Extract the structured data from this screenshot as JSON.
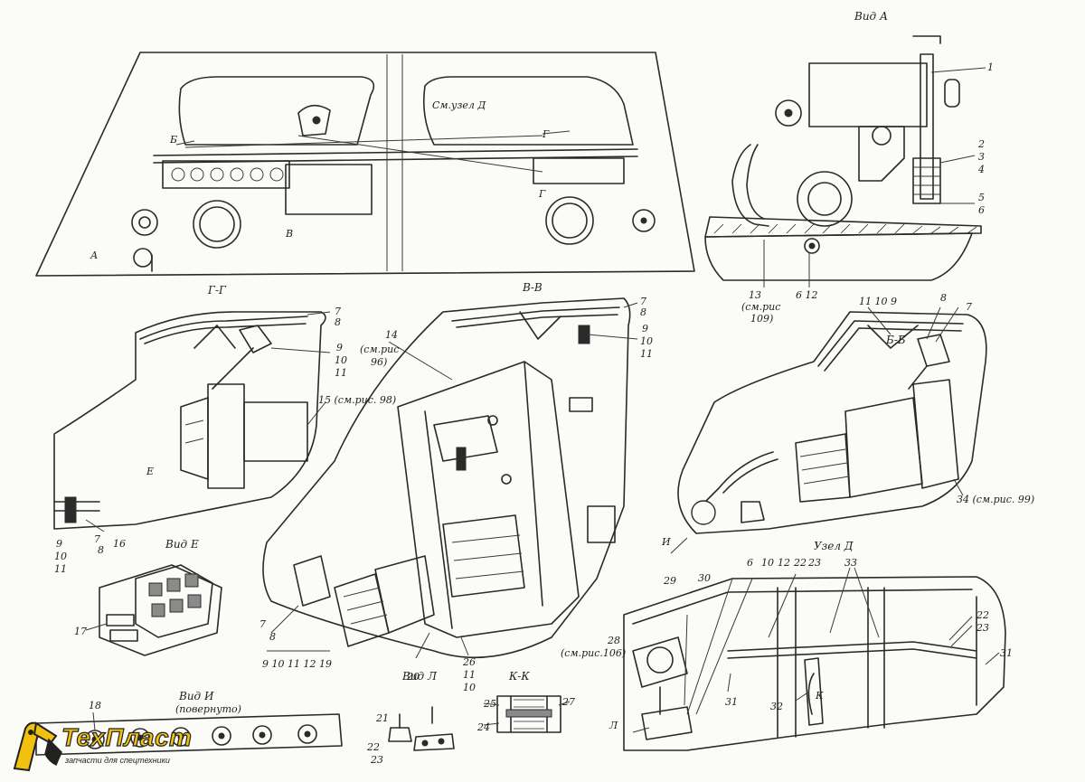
{
  "labels": {
    "vid_a": "Вид А",
    "g_g": "Г-Г",
    "v_v": "В-В",
    "b_b": "Б-Б",
    "vid_e": "Вид Е",
    "uzel_d": "Узел Д",
    "vid_i": "Вид И",
    "vid_i_sub": "(повернуто)",
    "vid_l": "Вид Л",
    "k_k": "К-К",
    "sm_uzel_d": "См.узел Д"
  },
  "callouts": {
    "top": {
      "a": "А",
      "b": "Б",
      "v": "В",
      "g1": "Г",
      "g2": "Г"
    },
    "vid_a": {
      "c1": "1",
      "c2": "2",
      "c3": "3",
      "c4": "4",
      "c5": "5",
      "c6": "6",
      "c13": "13",
      "c13_ref": "(см.рис",
      "c13_ref2": "109)",
      "c612": "6 12"
    },
    "gg": {
      "c7": "7",
      "c8": "8",
      "c9": "9",
      "c10": "10",
      "c11": "11",
      "c15": "15 (см.рис. 98)",
      "e": "Е",
      "b9": "9",
      "b10": "10",
      "b11": "11",
      "b7": "7",
      "b8": "8",
      "c16": "16"
    },
    "vv": {
      "c7": "7",
      "c8": "8",
      "c9": "9",
      "c10": "10",
      "c11": "11",
      "c14": "14",
      "c14_ref": "(см.рис",
      "c14_ref2": "96)",
      "c7b": "7",
      "c8b": "8",
      "row": "9 10 11 12 19",
      "c20": "20",
      "c26": "26",
      "c11b": "11",
      "c10b": "10"
    },
    "bb": {
      "top": "11 10 9",
      "c8": "8",
      "c7": "7",
      "c34": "34 (см.рис. 99)",
      "i": "И"
    },
    "vid_e": {
      "c17": "17"
    },
    "uzel_d": {
      "c29": "29",
      "c30": "30",
      "c6": "6",
      "c10": "10",
      "c12": "12",
      "c22": "22",
      "c23": "23",
      "c33": "33",
      "c22b": "22",
      "c23b": "23",
      "c31": "31",
      "c28": "28",
      "c28_ref": "(см.рис.106)",
      "c31b": "31",
      "c32": "32",
      "k": "К",
      "l": "Л"
    },
    "vid_i": {
      "c18": "18"
    },
    "vid_l": {
      "c21": "21",
      "c22": "22",
      "c23": "23"
    },
    "kk": {
      "c24": "24",
      "c25": "25",
      "c27": "27"
    }
  },
  "logo": {
    "name": "ТехПласт",
    "tagline": "запчасти для спецтехники",
    "icon": "excavator-arm-icon",
    "accent": "#f2c00f"
  }
}
